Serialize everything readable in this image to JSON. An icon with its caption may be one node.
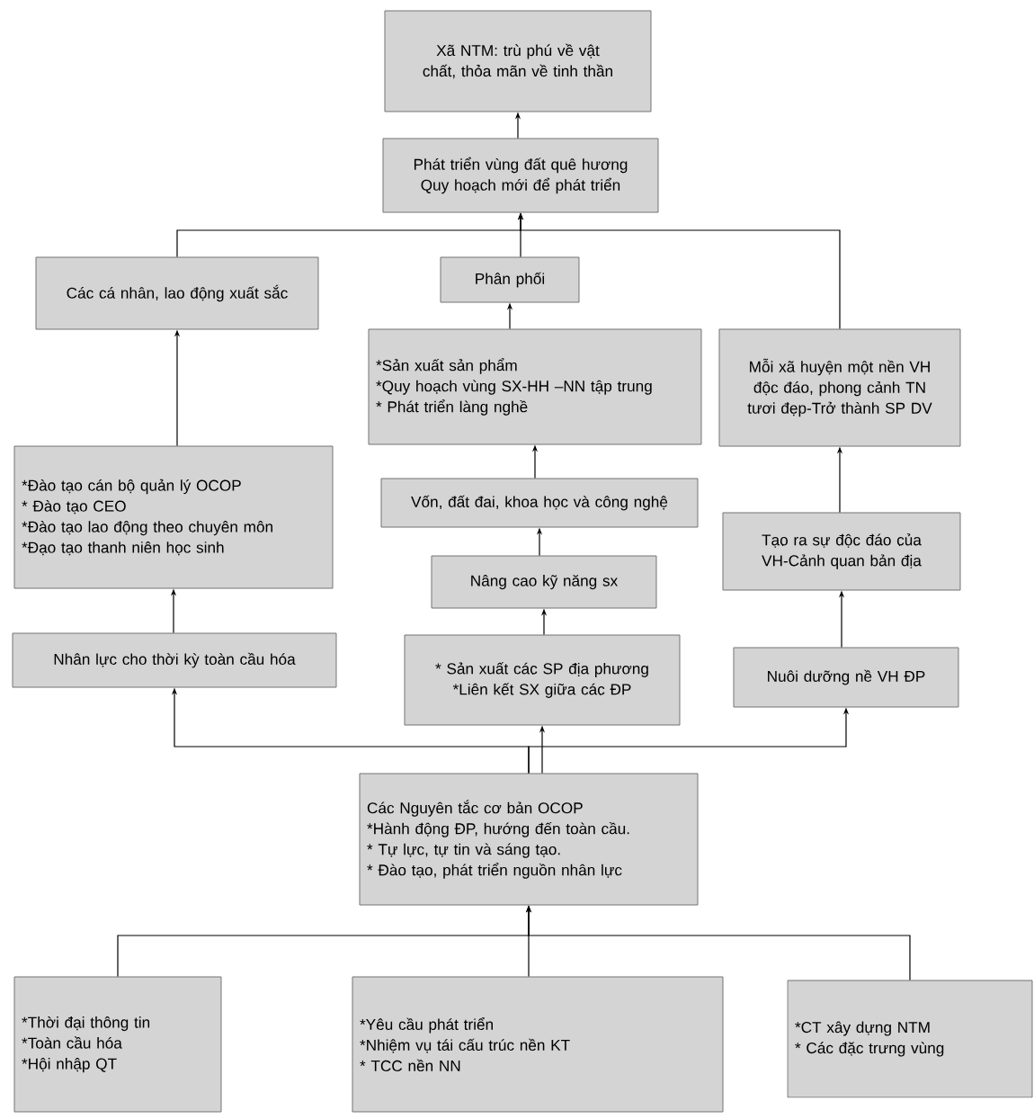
{
  "diagram": {
    "nodes": [
      {
        "text": [
          "Xã NTM: trù phú về vật chất, thỏa mãn về tinh thần"
        ]
      },
      {
        "text": [
          "Phát triển vùng đất quê hương Quy hoạch mới để phát triển"
        ]
      },
      {
        "text": [
          "Các cá nhân, lao động xuất sắc"
        ]
      },
      {
        "text": [
          "Phân phối"
        ]
      },
      {
        "text": [
          "*Sản xuất sản phẩm",
          "*Quy hoạch vùng SX-HH –NN tập trung",
          "* Phát triển làng nghề"
        ]
      },
      {
        "text": [
          "Mỗi xã huyện một nền VH độc đáo, phong cảnh TN tươi đẹp-Trở thành SP DV"
        ]
      },
      {
        "text": [
          "*Đào tạo cán bộ quản lý OCOP",
          "* Đào tạo CEO",
          "*Đào tạo lao động theo chuyên môn",
          "*Đạo tạo thanh niên học sinh"
        ]
      },
      {
        "text": [
          "Vốn, đất đai, khoa học và công nghệ"
        ]
      },
      {
        "text": [
          "Tạo ra sự độc đáo của VH-Cảnh quan bản địa"
        ]
      },
      {
        "text": [
          "Nâng cao kỹ năng sx"
        ]
      },
      {
        "text": [
          "Nhân lực cho thời kỳ toàn cầu hóa"
        ]
      },
      {
        "text": [
          "* Sản xuất các SP địa phương",
          "*Liên kết SX giữa các ĐP"
        ]
      },
      {
        "text": [
          "Nuôi dưỡng nề VH ĐP"
        ]
      },
      {
        "text": [
          "Các Nguyên tắc cơ bản OCOP",
          "*Hành động ĐP, hướng đến toàn cầu.",
          "* Tự lực, tự tin và sáng tạo.",
          "* Đào tạo, phát triển nguồn nhân lực"
        ]
      },
      {
        "text": [
          "*Thời đại thông tin",
          "*Toàn cầu hóa",
          "*Hội nhập QT"
        ]
      },
      {
        "text": [
          "*Yêu cầu phát triển",
          "*Nhiệm vụ tái cấu trúc nền KT",
          "* TCC nền NN"
        ]
      },
      {
        "text": [
          "*CT xây dựng NTM",
          "* Các đặc trưng vùng"
        ]
      }
    ],
    "edges": [
      {
        "from": 1,
        "to": 0,
        "arrow": "to"
      },
      {
        "from": 2,
        "to": 1,
        "arrow": "to"
      },
      {
        "from": 3,
        "to": 1,
        "arrow": "to"
      },
      {
        "from": 5,
        "to": 1,
        "arrow": "to"
      },
      {
        "from": 6,
        "to": 2,
        "arrow": "to"
      },
      {
        "from": 10,
        "to": 6,
        "arrow": "to"
      },
      {
        "from": 4,
        "to": 3,
        "arrow": "to"
      },
      {
        "from": 7,
        "to": 4,
        "arrow": "to"
      },
      {
        "from": 9,
        "to": 7,
        "arrow": "to"
      },
      {
        "from": 11,
        "to": 9,
        "arrow": "to"
      },
      {
        "from": 12,
        "to": 8,
        "arrow": "to"
      },
      {
        "from": 8,
        "to": 5,
        "arrow": "to"
      },
      {
        "from": 13,
        "to": 10,
        "arrow": "to"
      },
      {
        "from": 13,
        "to": 11,
        "arrow": "to"
      },
      {
        "from": 13,
        "to": 12,
        "arrow": "to"
      },
      {
        "from": 14,
        "to": 13,
        "arrow": "to"
      },
      {
        "from": 15,
        "to": 13,
        "arrow": "to"
      },
      {
        "from": 16,
        "to": 13,
        "arrow": "to"
      }
    ]
  }
}
